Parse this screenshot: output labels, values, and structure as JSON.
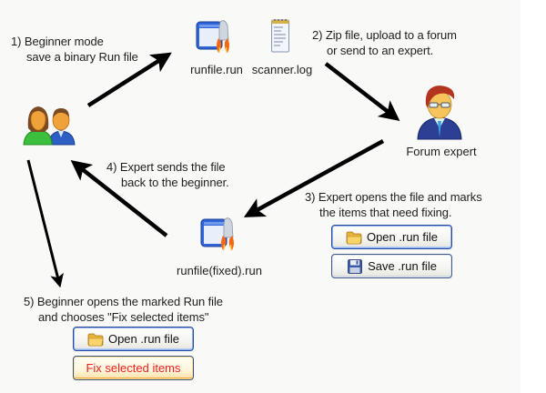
{
  "steps": {
    "step1": {
      "line1": "1) Beginner mode",
      "line2": "save a binary Run file"
    },
    "step2": {
      "line1": "2) Zip file, upload to a forum",
      "line2": "or send to an expert."
    },
    "step3": {
      "line1": "3) Expert opens the file and marks",
      "line2": "the items that need fixing."
    },
    "step4": {
      "line1": "4) Expert sends the file",
      "line2": "back to the beginner."
    },
    "step5": {
      "line1": "5) Beginner opens the marked Run file",
      "line2": "and chooses \"Fix selected items\""
    }
  },
  "nodes": {
    "beginner": {
      "icon": "users-icon"
    },
    "runfile": {
      "label": "runfile.run",
      "icon": "runfile-icon"
    },
    "scanner_log": {
      "label": "scanner.log",
      "icon": "notepad-icon"
    },
    "forum_expert": {
      "label": "Forum expert",
      "icon": "expert-user-icon"
    },
    "runfile_fixed": {
      "label": "runfile(fixed).run",
      "icon": "runfile-icon"
    }
  },
  "buttons": {
    "expert_open": {
      "label": "Open .run file",
      "icon": "folder-icon"
    },
    "expert_save": {
      "label": "Save .run file",
      "icon": "floppy-disk-icon"
    },
    "beginner_open": {
      "label": "Open .run file",
      "icon": "folder-icon"
    },
    "beginner_fix": {
      "label": "Fix selected items"
    }
  },
  "colors": {
    "background": "#f9f9f7",
    "arrow": "#000000",
    "fix_text": "#ee2020",
    "button_border": "#264a9c"
  }
}
